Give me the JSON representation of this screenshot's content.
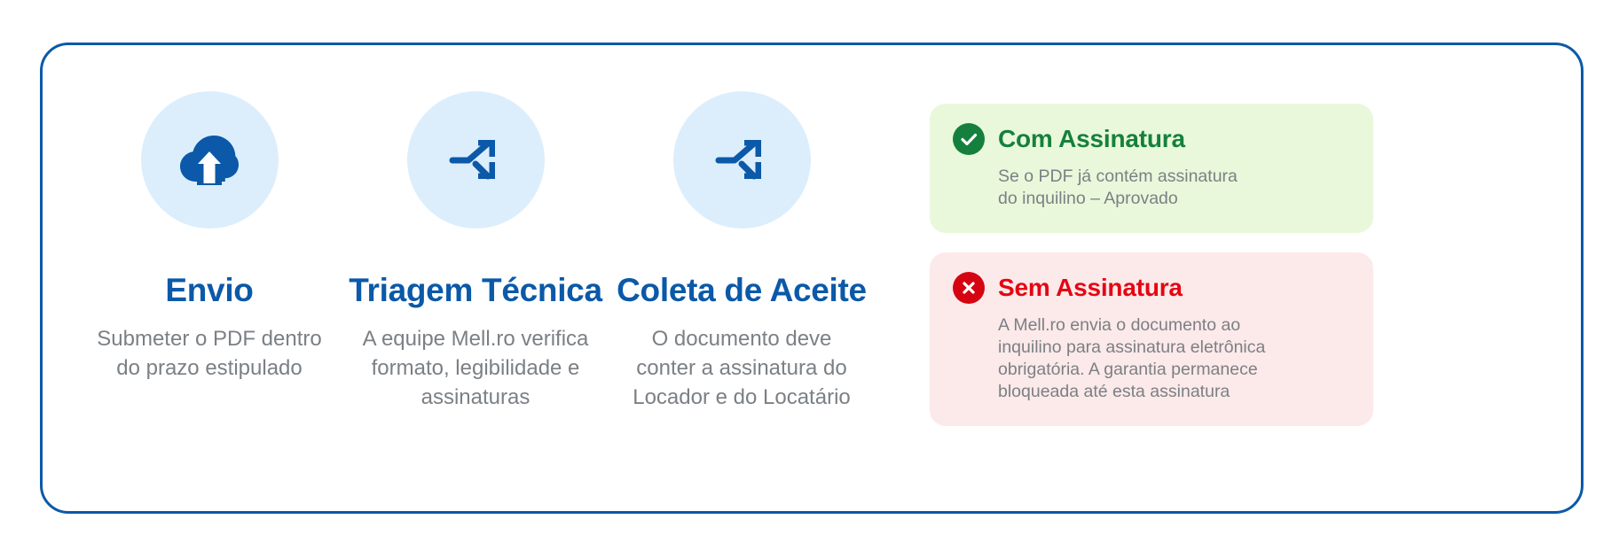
{
  "panel": {
    "border_color": "#0b59a8",
    "background": "#ffffff"
  },
  "theme": {
    "primary_blue": "#0b59a8",
    "circle_blue": "#dceefc",
    "body_gray": "#7b8085",
    "green": "#15803d",
    "green_bg": "#e9f8da",
    "red": "#e40613",
    "red_bg": "#fce9e9"
  },
  "steps": [
    {
      "icon": "cloud-upload-icon",
      "title": "Envio",
      "desc_lines": [
        "Submeter o PDF",
        "dentro do prazo",
        "estipulado"
      ]
    },
    {
      "icon": "shuffle-arrows-icon",
      "title": "Triagem Técnica",
      "desc_lines": [
        "A equipe Mell.ro",
        "verifica formato,",
        "legibilidade e",
        "assinaturas"
      ]
    },
    {
      "icon": "shuffle-arrows-icon",
      "title": "Coleta de Aceite",
      "desc_lines": [
        "O documento deve",
        "conter a assinatura",
        "do Locador e do",
        "Locatário"
      ]
    }
  ],
  "status_cards": [
    {
      "variant": "good",
      "icon": "check-circle-icon",
      "title": "Com Assinatura",
      "desc_lines": [
        "Se o PDF já contém assinatura",
        "do inquilino – Aprovado"
      ]
    },
    {
      "variant": "bad",
      "icon": "x-circle-icon",
      "title": "Sem Assinatura",
      "desc_lines": [
        "A Mell.ro envia o documento ao",
        "inquilino para assinatura eletrônica",
        "obrigatória. A garantia permanece",
        "bloqueada até esta assinatura"
      ]
    }
  ]
}
